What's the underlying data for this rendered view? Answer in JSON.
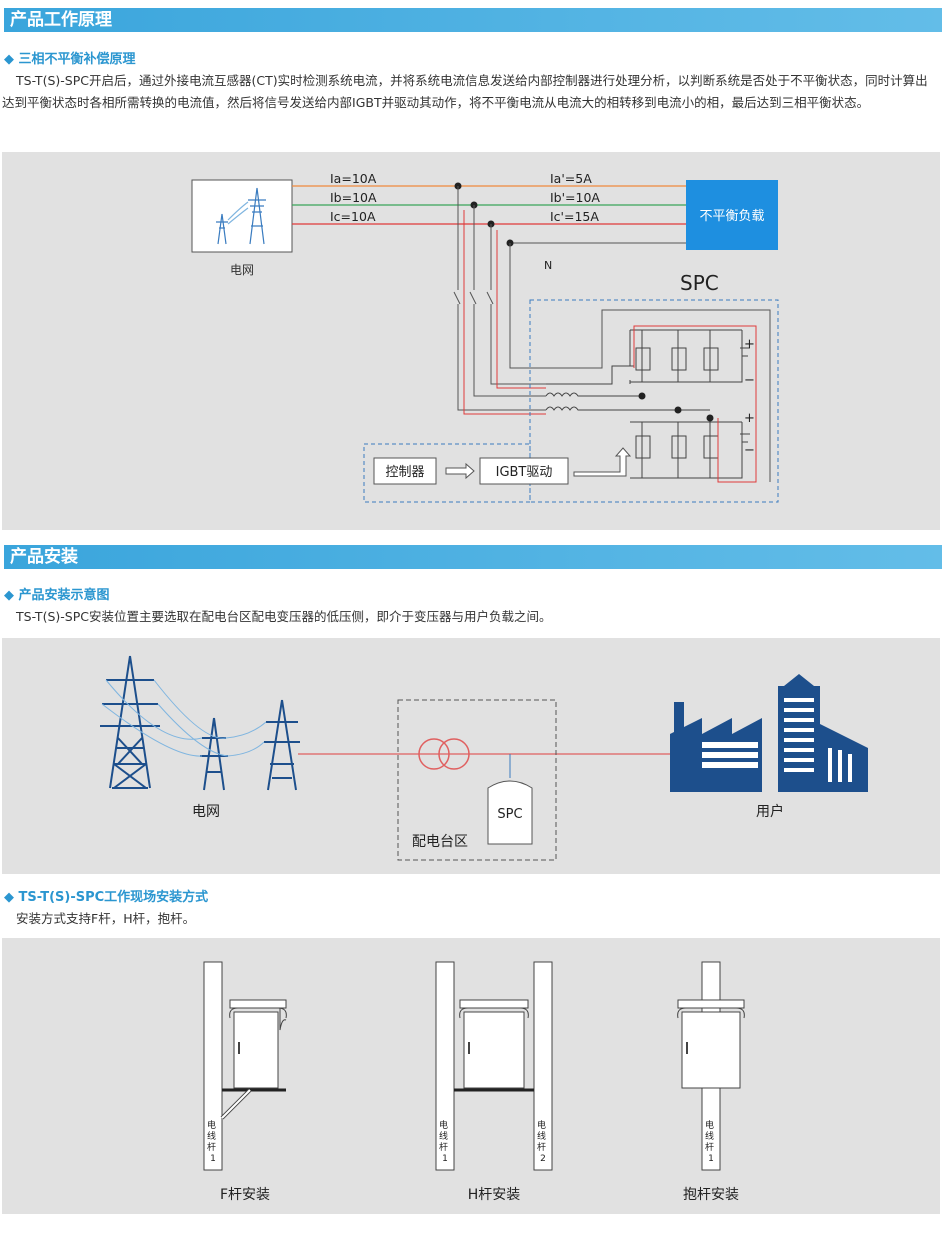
{
  "section1": {
    "title": "产品工作原理",
    "subhead": "◆ 三相不平衡补偿原理",
    "paragraph": "TS-T(S)-SPC开启后，通过外接电流互感器(CT)实时检测系统电流，并将系统电流信息发送给内部控制器进行处理分析，以判断系统是否处于不平衡状态，同时计算出达到平衡状态时各相所需转换的电流值，然后将信号发送给内部IGBT并驱动其动作，将不平衡电流从电流大的相转移到电流小的相，最后达到三相平衡状态。"
  },
  "principle_diagram": {
    "grid_label": "电网",
    "ia": "Ia=10A",
    "ib": "Ib=10A",
    "ic": "Ic=10A",
    "ia2": "Ia'=5A",
    "ib2": "Ib'=10A",
    "ic2": "Ic'=15A",
    "neutral": "N",
    "load_label": "不平衡负载",
    "spc_label": "SPC",
    "controller_label": "控制器",
    "igbt_label": "IGBT驱动",
    "plus": "+",
    "minus": "−",
    "colors": {
      "phase_a": "#f08a3c",
      "phase_b": "#3aa55a",
      "phase_c": "#e03a3a",
      "load": "#1e8fe0"
    }
  },
  "section2": {
    "title": "产品安装",
    "subhead": "◆ 产品安装示意图",
    "paragraph": "TS-T(S)-SPC安装位置主要选取在配电台区配电变压器的低压侧，即介于变压器与用户负载之间。"
  },
  "install_diagram": {
    "grid_label": "电网",
    "area_label": "配电台区",
    "spc_label": "SPC",
    "user_label": "用户",
    "colors": {
      "tower": "#1d4f8c",
      "line": "#e06060",
      "factory": "#1d4f8c"
    }
  },
  "section3": {
    "subhead": "◆ TS-T(S)-SPC工作现场安装方式",
    "paragraph": "安装方式支持F杆，H杆，抱杆。"
  },
  "mount_diagram": {
    "f_caption": "F杆安装",
    "h_caption": "H杆安装",
    "hug_caption": "抱杆安装",
    "pole_chars": [
      "电",
      "线",
      "杆"
    ],
    "pole1_num": "1",
    "pole2_num": "2"
  }
}
